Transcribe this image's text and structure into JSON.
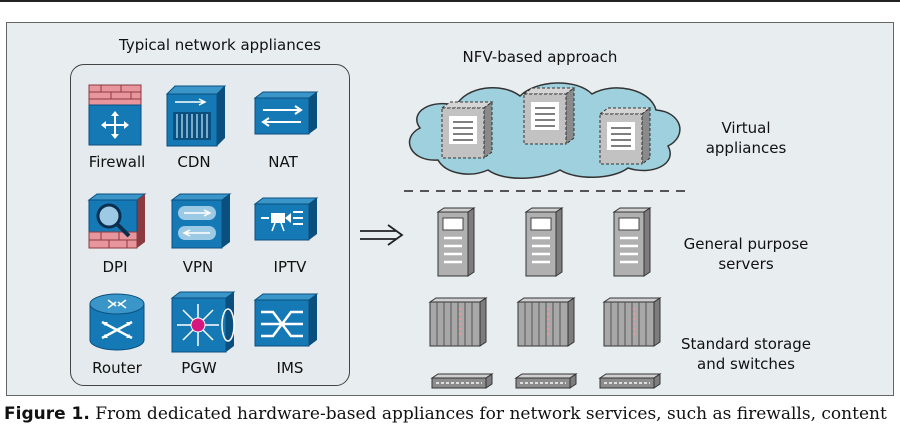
{
  "left_title": "Typical network appliances",
  "appliances": [
    "Firewall",
    "CDN",
    "NAT",
    "DPI",
    "VPN",
    "IPTV",
    "Router",
    "PGW",
    "IMS"
  ],
  "right_title": "NFV-based approach",
  "layers": {
    "virtual": "Virtual\nappliances",
    "servers": "General purpose\nservers",
    "storage": "Standard storage\nand switches"
  },
  "caption": {
    "label": "Figure 1.",
    "text": "From dedicated hardware-based appliances for network services, such as firewalls, content"
  },
  "colors": {
    "icon_blue": "#1479b5",
    "icon_dark": "#0b4f7e",
    "cloud": "#9fd0dd",
    "brick": "#e8969d"
  }
}
